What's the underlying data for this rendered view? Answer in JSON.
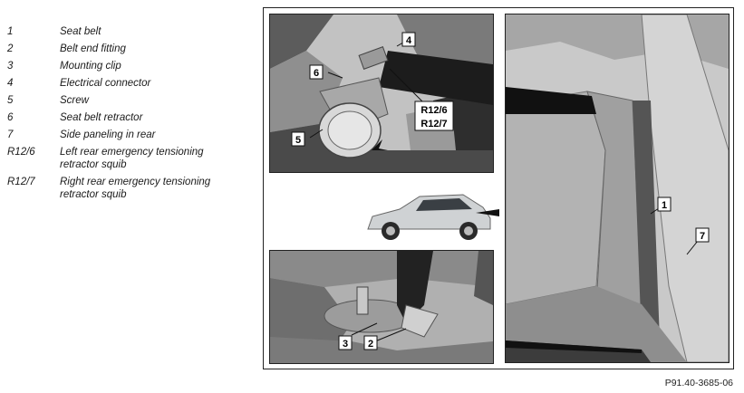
{
  "legend": [
    {
      "num": "1",
      "text": "Seat belt"
    },
    {
      "num": "2",
      "text": "Belt end fitting"
    },
    {
      "num": "3",
      "text": "Mounting clip"
    },
    {
      "num": "4",
      "text": "Electrical connector"
    },
    {
      "num": "5",
      "text": "Screw"
    },
    {
      "num": "6",
      "text": "Seat belt retractor"
    },
    {
      "num": "7",
      "text": "Side paneling in rear"
    },
    {
      "num": "R12/6",
      "text": "Left rear emergency tensioning retractor squib"
    },
    {
      "num": "R12/7",
      "text": "Right rear emergency tensioning retractor squib"
    }
  ],
  "callouts": {
    "top_left": {
      "c4": "4",
      "c6": "6",
      "c5": "5",
      "r12_6": "R12/6",
      "r12_7": "R12/7"
    },
    "bottom_left": {
      "c3": "3",
      "c2": "2"
    },
    "right": {
      "c1": "1",
      "c7": "7"
    }
  },
  "figure_id": "P91.40-3685-06",
  "colors": {
    "panel_bg": "#bdbdbd",
    "dark": "#1f1f1f",
    "callout_bg": "#ffffff"
  }
}
